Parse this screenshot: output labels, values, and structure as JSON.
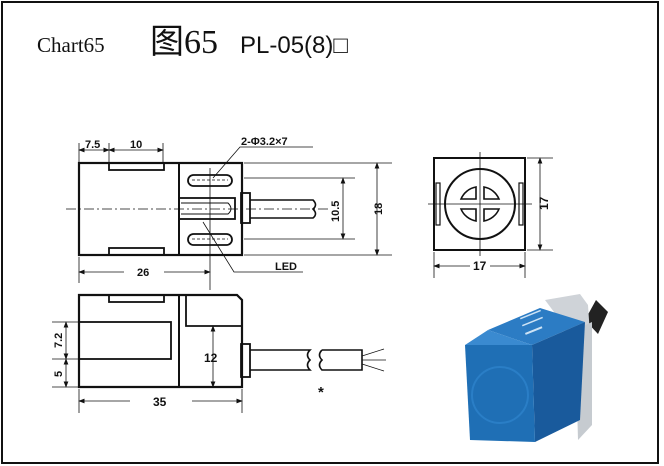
{
  "header": {
    "chart_label": "Chart65",
    "figure_label": "图65",
    "model": "PL-05(8)□"
  },
  "dimensions": {
    "d7_5": "7.5",
    "d10": "10",
    "holes": "2-Φ3.2×7",
    "d10_5": "10.5",
    "d18": "18",
    "d26": "26",
    "led": "LED",
    "d7_2": "7.2",
    "d5": "5",
    "d12": "12",
    "d35": "35",
    "asterisk": "*",
    "d17_v": "17",
    "d17_h": "17"
  },
  "colors": {
    "product_blue": "#1f6fb5",
    "line": "#111111"
  }
}
